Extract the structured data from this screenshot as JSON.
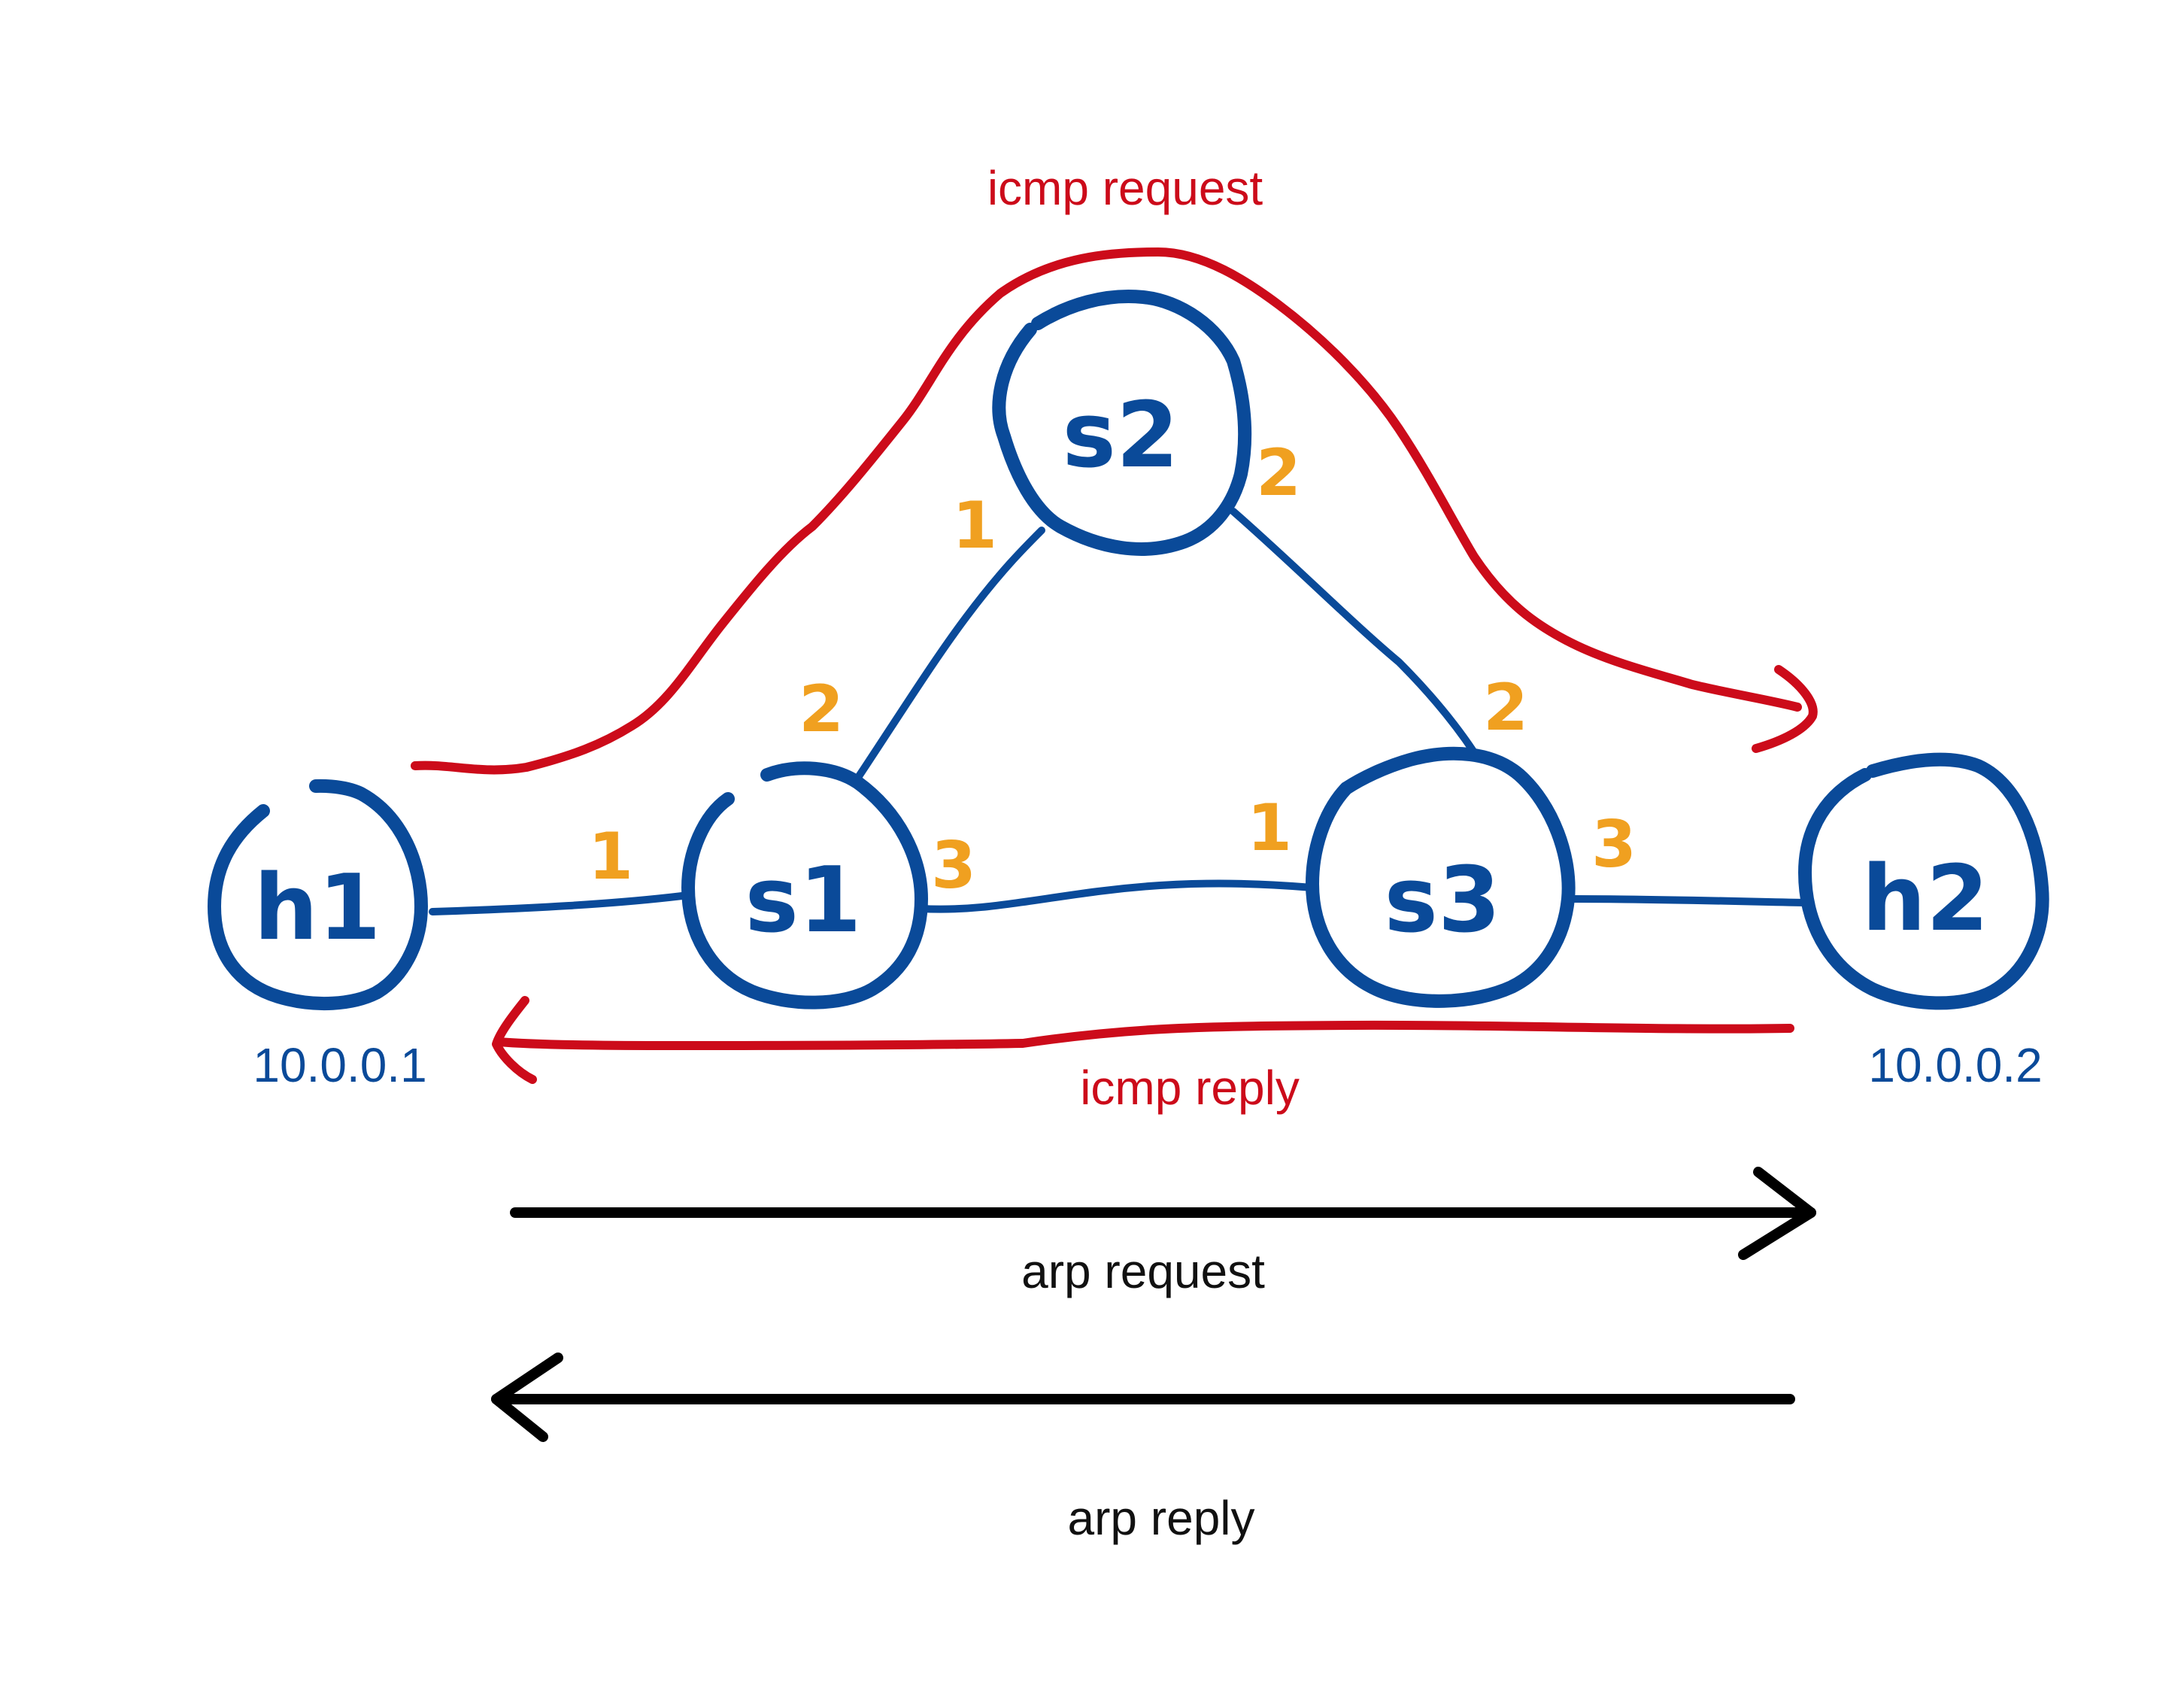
{
  "colors": {
    "node": "#0a4a99",
    "port": "#f0a020",
    "icmp": "#cc0b1a",
    "arp": "#000000"
  },
  "nodes": {
    "h1": "h1",
    "s1": "s1",
    "s2": "s2",
    "s3": "s3",
    "h2": "h2"
  },
  "hosts": {
    "h1_ip": "10.0.0.1",
    "h2_ip": "10.0.0.2"
  },
  "ports": {
    "s1_to_h1": "1",
    "s1_to_s2": "2",
    "s1_to_s3": "3",
    "s2_to_s1": "1",
    "s2_to_s3": "2",
    "s3_to_s1": "1",
    "s3_to_s2": "2",
    "s3_to_h2": "3"
  },
  "flows": {
    "icmp_request": "icmp request",
    "icmp_reply": "icmp reply",
    "arp_request": "arp request",
    "arp_reply": "arp reply"
  }
}
